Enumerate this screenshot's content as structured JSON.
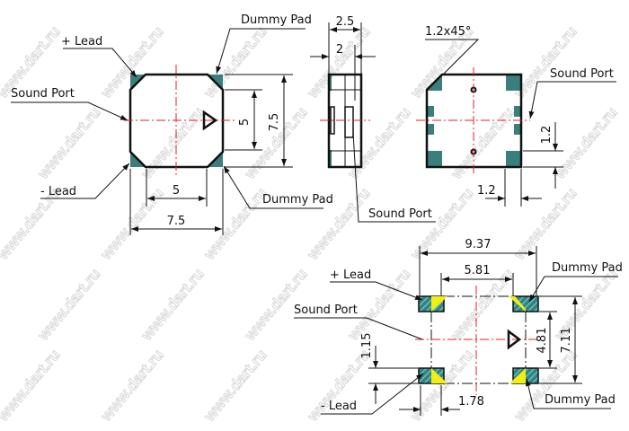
{
  "watermark": "www.dart.ru",
  "colors": {
    "pad": "#3a7f7c",
    "centerline": "#e0202a",
    "highlight": "#f2ee10",
    "hatch": "#5bd0d6"
  },
  "top_view": {
    "labels": {
      "plus_lead": "+ Lead",
      "dummy_pad_top": "Dummy Pad",
      "sound_port": "Sound Port",
      "minus_lead": "- Lead",
      "dummy_pad_bottom": "Dummy Pad"
    },
    "dims": {
      "inner_height": "5",
      "outer_height": "7.5",
      "inner_width": "5",
      "outer_width": "7.5"
    }
  },
  "side_view": {
    "labels": {
      "sound_port": "Sound Port"
    },
    "dims": {
      "total_thickness": "2.5",
      "body_thickness": "2"
    }
  },
  "bottom_view": {
    "labels": {
      "chamfer": "1.2x45°",
      "sound_port": "Sound Port"
    },
    "dims": {
      "pad_height": "1.2",
      "pad_width": "1.2"
    }
  },
  "footprint": {
    "labels": {
      "plus_lead": "+ Lead",
      "sound_port": "Sound Port",
      "minus_lead": "- Lead",
      "dummy_pad_top": "Dummy Pad",
      "dummy_pad_bottom": "Dummy Pad"
    },
    "dims": {
      "outer_width": "9.37",
      "inner_width": "5.81",
      "inner_height": "4.81",
      "outer_height": "7.11",
      "pad_height": "1.15",
      "pad_width": "1.78"
    }
  }
}
